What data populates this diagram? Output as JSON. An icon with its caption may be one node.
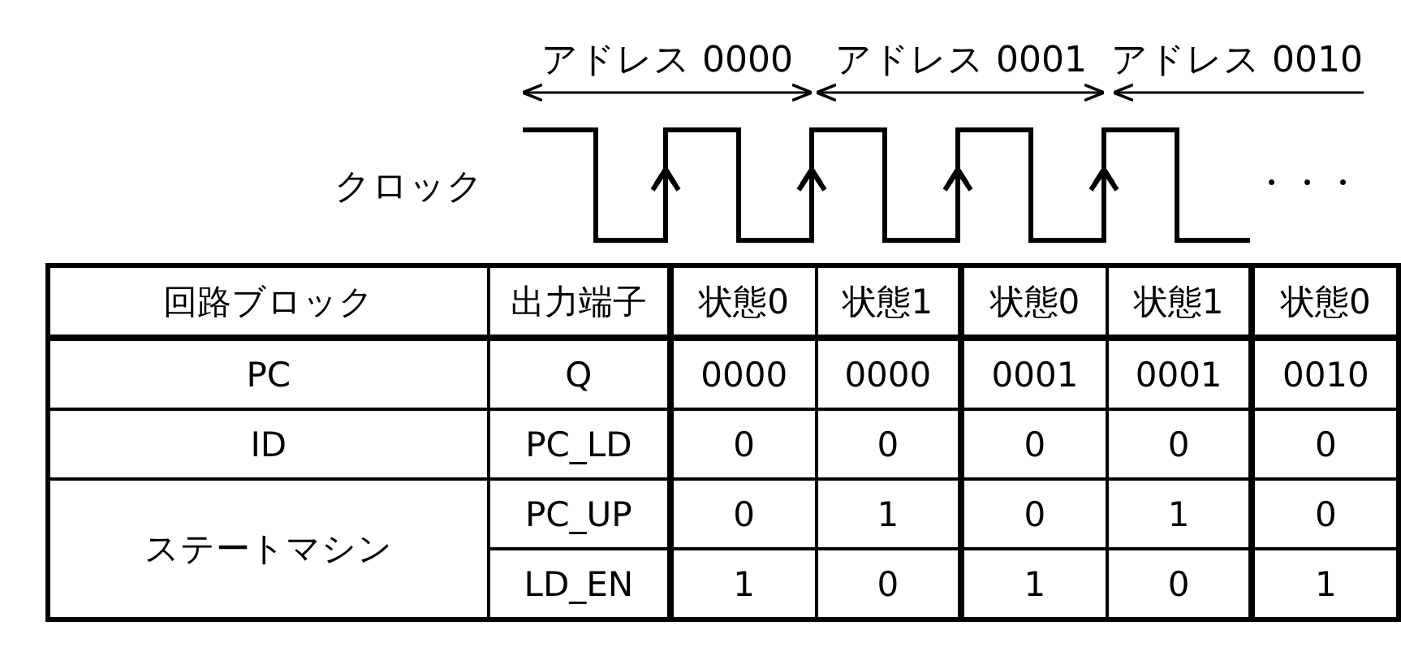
{
  "diagram": {
    "labels": [
      "アドレス 0000",
      "アドレス 0001",
      "アドレス 0010",
      "クロック",
      "・・・",
      "回路ブロック",
      "出力端子",
      "状態0",
      "状態1",
      "状態0",
      "状態1",
      "状態0",
      "PC",
      "Q",
      "0000",
      "0000",
      "0001",
      "0001",
      "0010",
      "ID",
      "PC_LD",
      "0",
      "0",
      "0",
      "0",
      "0",
      "ステートマシン",
      "PC_UP",
      "0",
      "1",
      "0",
      "1",
      "0",
      "LD_EN",
      "1",
      "0",
      "1",
      "0",
      "1"
    ]
  }
}
